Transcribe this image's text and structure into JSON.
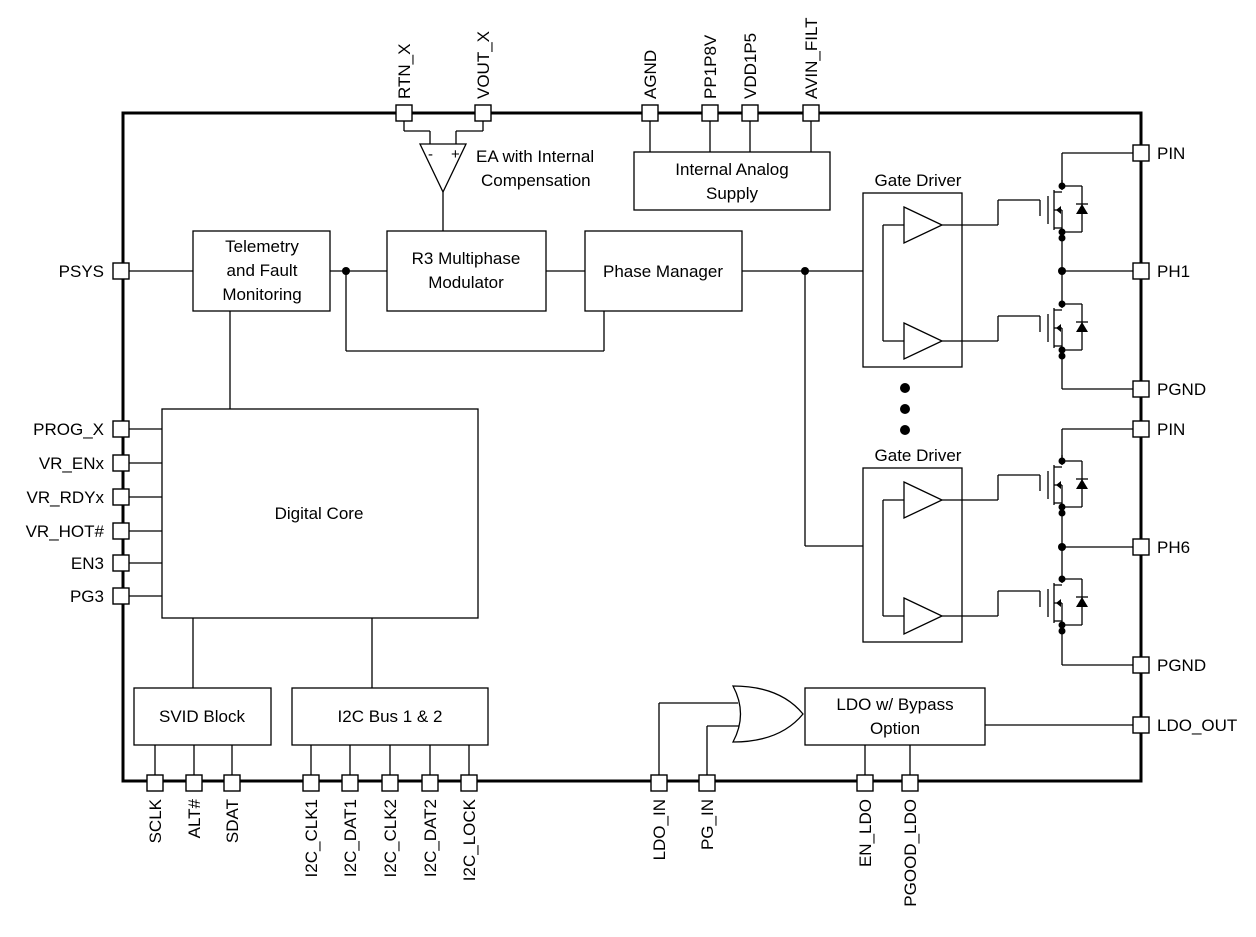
{
  "blocks": {
    "telemetry": [
      "Telemetry",
      "and Fault",
      "Monitoring"
    ],
    "modulator": [
      "R3 Multiphase",
      "Modulator"
    ],
    "phase_manager": "Phase Manager",
    "ea": [
      "EA with Internal",
      "Compensation"
    ],
    "ea_minus": "-",
    "ea_plus": "+",
    "internal_supply": [
      "Internal Analog",
      "Supply"
    ],
    "gate_driver_1": "Gate Driver",
    "gate_driver_2": "Gate Driver",
    "digital_core": "Digital Core",
    "svid": "SVID Block",
    "i2c": "I2C Bus 1 & 2",
    "ldo": [
      "LDO w/ Bypass",
      "Option"
    ]
  },
  "pins": {
    "top": [
      "RTN_X",
      "VOUT_X",
      "AGND",
      "PP1P8V",
      "VDD1P5",
      "AVIN_FILT"
    ],
    "left": [
      "PSYS",
      "PROG_X",
      "VR_ENx",
      "VR_RDYx",
      "VR_HOT#",
      "EN3",
      "PG3"
    ],
    "right": [
      "PIN",
      "PH1",
      "PGND",
      "PIN",
      "PH6",
      "PGND",
      "LDO_OUT"
    ],
    "bottom": [
      "SCLK",
      "ALT#",
      "SDAT",
      "I2C_CLK1",
      "I2C_DAT1",
      "I2C_CLK2",
      "I2C_DAT2",
      "I2C_LOCK",
      "LDO_IN",
      "PG_IN",
      "EN_LDO",
      "PGOOD_LDO"
    ]
  }
}
